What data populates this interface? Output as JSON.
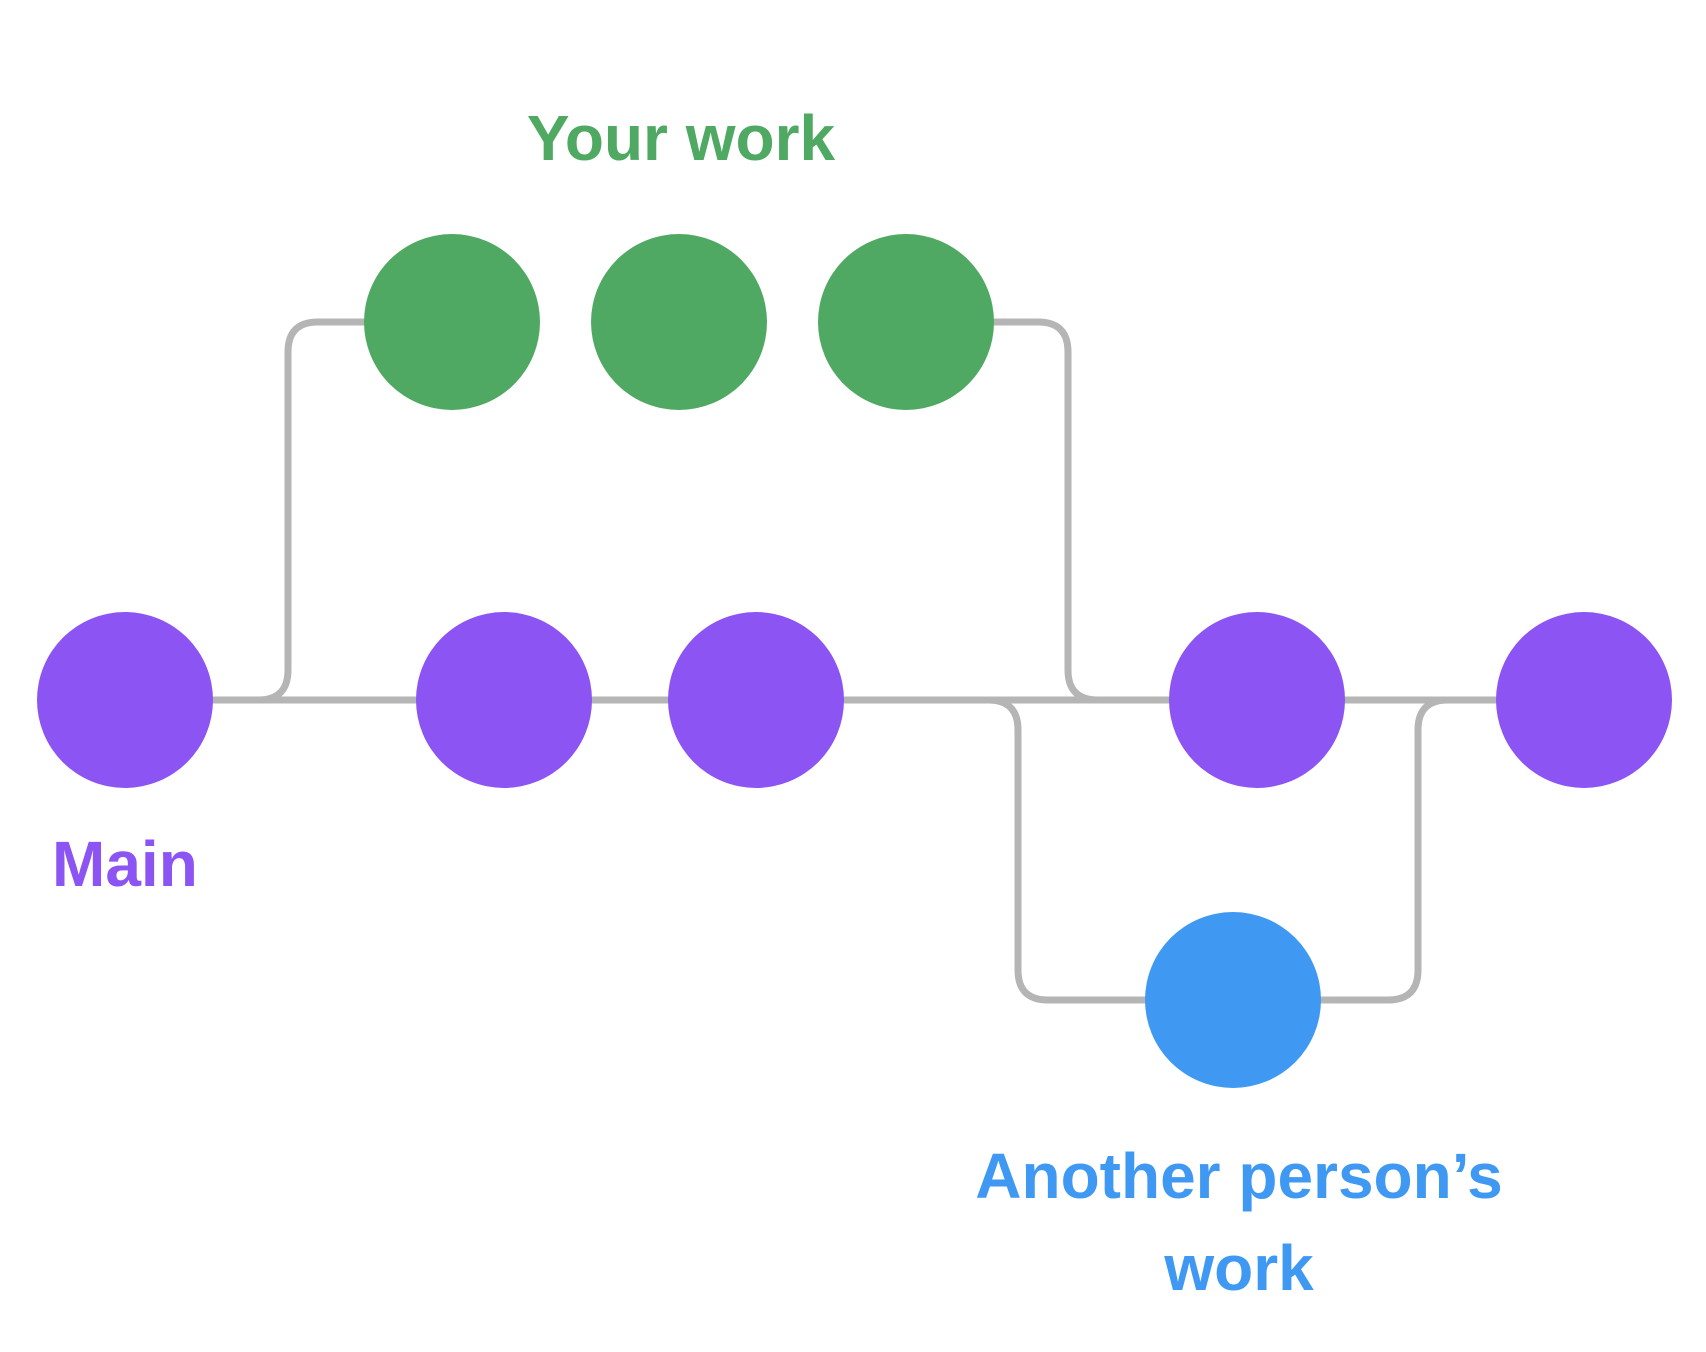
{
  "diagram": {
    "kind": "git-branch-graph",
    "labels": {
      "main": "Main",
      "your_work": "Your work",
      "another_person_line1": "Another person’s",
      "another_person_line2": "work"
    },
    "colors": {
      "main_branch": "#8B54F3",
      "your_work_branch": "#4FA963",
      "another_person_branch": "#3F99F3",
      "connector_line": "#B5B5B5",
      "background": "#FFFFFF"
    },
    "branches": [
      {
        "name": "Main",
        "color": "#8B54F3",
        "commit_count": 5
      },
      {
        "name": "Your work",
        "color": "#4FA963",
        "commit_count": 3
      },
      {
        "name": "Another person’s work",
        "color": "#3F99F3",
        "commit_count": 1
      }
    ]
  }
}
